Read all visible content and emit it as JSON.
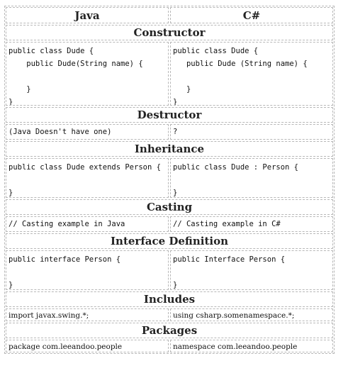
{
  "header": {
    "java": "Java",
    "csharp": "C#"
  },
  "sections": {
    "constructor": {
      "title": "Constructor",
      "java": "public class Dude {\n    public Dude(String name) {\n\n    }\n}",
      "csharp": "public class Dude {\n   public Dude (String name) {\n\n   }\n}"
    },
    "destructor": {
      "title": "Destructor",
      "java": "(Java Doesn't have one)",
      "csharp": "?"
    },
    "inheritance": {
      "title": "Inheritance",
      "java": "public class Dude extends Person {\n\n}",
      "csharp": "public class Dude : Person {\n\n}"
    },
    "casting": {
      "title": "Casting",
      "java": "// Casting example in Java",
      "csharp": "// Casting example in C#"
    },
    "interface": {
      "title": "Interface Definition",
      "java": "public interface Person {\n\n}",
      "csharp": "public Interface Person {\n\n}"
    },
    "includes": {
      "title": "Includes",
      "java": "import javax.swing.*;",
      "csharp": "using csharp.somenamespace.*;"
    },
    "packages": {
      "title": "Packages",
      "java": "package com.leeandoo.people",
      "csharp": "namespace com.leeandoo.people"
    }
  }
}
